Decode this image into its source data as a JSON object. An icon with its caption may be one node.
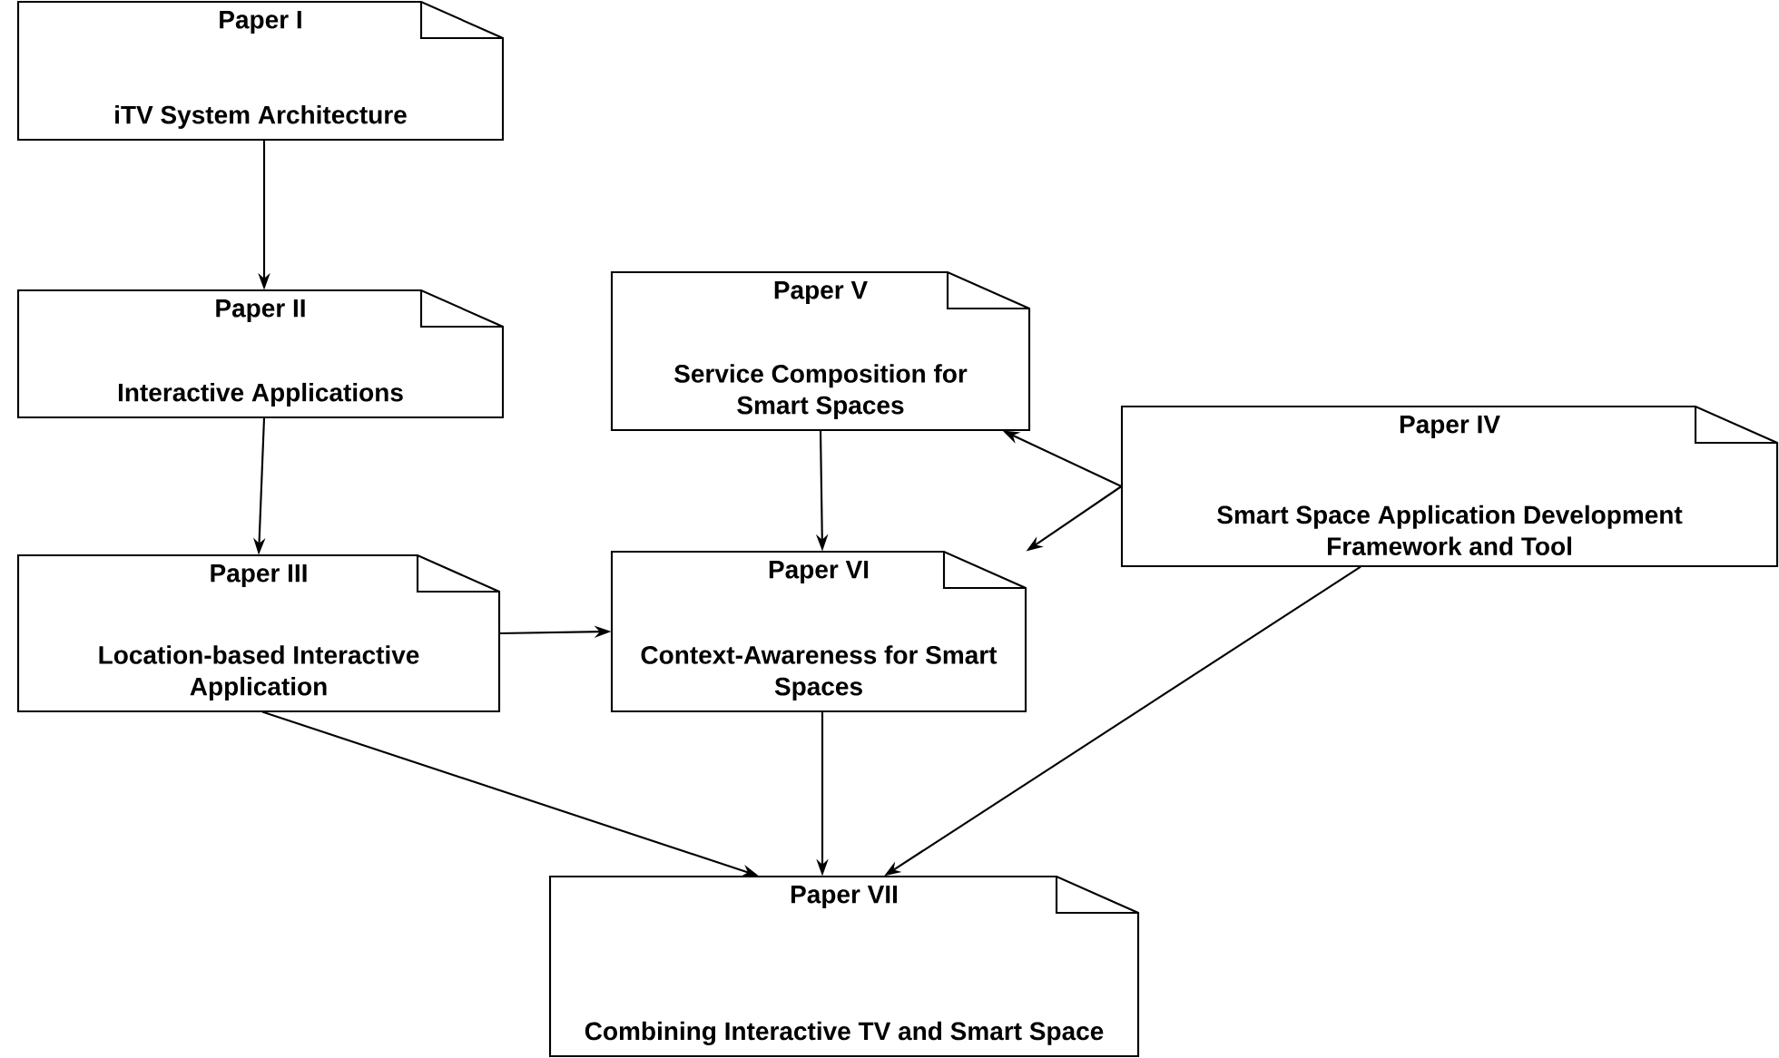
{
  "diagram": {
    "nodes": [
      {
        "text": [
          "Paper I",
          "iTV System Architecture"
        ]
      },
      {
        "text": [
          "Paper II",
          "Interactive Applications"
        ]
      },
      {
        "text": [
          "Paper V",
          "Service Composition for Smart Spaces"
        ]
      },
      {
        "text": [
          "Paper IV",
          "Smart Space Application Development Framework and Tool"
        ]
      },
      {
        "text": [
          "Paper III",
          "Location-based Interactive Application"
        ]
      },
      {
        "text": [
          "Paper VI",
          "Context-Awareness for Smart Spaces"
        ]
      },
      {
        "text": [
          "Paper VII",
          "Combining Interactive TV and Smart Space"
        ]
      }
    ],
    "edges": [
      {
        "from": 0,
        "to": 1,
        "arrow": "to"
      },
      {
        "from": 1,
        "to": 4,
        "arrow": "to"
      },
      {
        "from": 2,
        "to": 5,
        "arrow": "to"
      },
      {
        "from": 3,
        "to": 2,
        "arrow": "to"
      },
      {
        "from": 3,
        "to": 5,
        "arrow": "to"
      },
      {
        "from": 4,
        "to": 5,
        "arrow": "to"
      },
      {
        "from": 4,
        "to": 6,
        "arrow": "to"
      },
      {
        "from": 5,
        "to": 6,
        "arrow": "to"
      },
      {
        "from": 3,
        "to": 6,
        "arrow": "to"
      }
    ]
  }
}
